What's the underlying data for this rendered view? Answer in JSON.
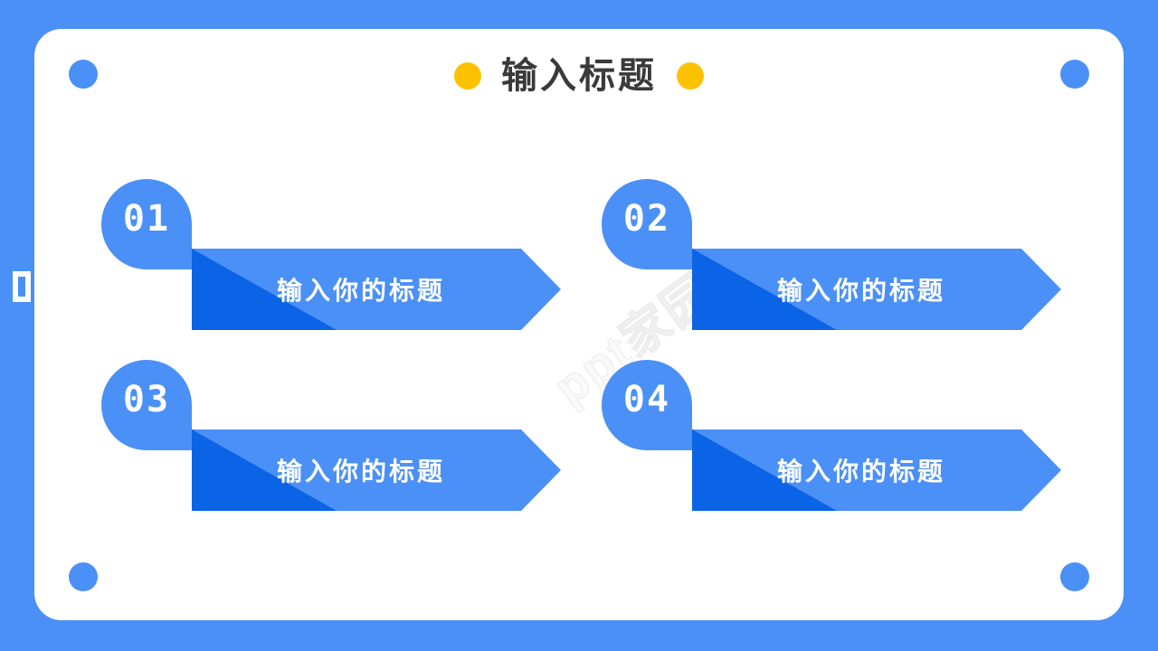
{
  "slide": {
    "background_color": "#4a90f7",
    "card_color": "#ffffff",
    "accent_blue": "#4a90f7",
    "accent_dark_blue": "#0b63e5",
    "accent_orange": "#fcc200",
    "title_text_color": "#3a3a3a",
    "watermark": "ppt家园",
    "stray_glyph": ""
  },
  "header": {
    "title": "输入标题",
    "left_dot": "orange-dot",
    "right_dot": "orange-dot"
  },
  "corner_dots": [
    {
      "name": "top-left",
      "color": "#4a90f7"
    },
    {
      "name": "top-right",
      "color": "#4a90f7"
    },
    {
      "name": "bottom-left",
      "color": "#4a90f7"
    },
    {
      "name": "bottom-right",
      "color": "#4a90f7"
    }
  ],
  "items": [
    {
      "number": "01",
      "label": "输入你的标题"
    },
    {
      "number": "02",
      "label": "输入你的标题"
    },
    {
      "number": "03",
      "label": "输入你的标题"
    },
    {
      "number": "04",
      "label": "输入你的标题"
    }
  ]
}
